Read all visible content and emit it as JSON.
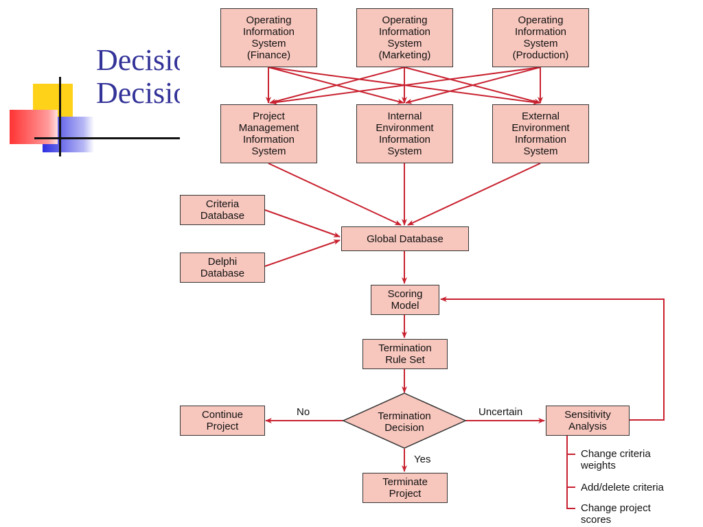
{
  "slide": {
    "title": "Decision\nDecision"
  },
  "nodes": {
    "ois_finance": "Operating\nInformation\nSystem\n(Finance)",
    "ois_marketing": "Operating\nInformation\nSystem\n(Marketing)",
    "ois_production": "Operating\nInformation\nSystem\n(Production)",
    "pmis": "Project\nManagement\nInformation\nSystem",
    "ieis": "Internal\nEnvironment\nInformation\nSystem",
    "eeis": "External\nEnvironment\nInformation\nSystem",
    "criteria_db": "Criteria\nDatabase",
    "delphi_db": "Delphi\nDatabase",
    "global_db": "Global Database",
    "scoring_model": "Scoring\nModel",
    "termination_rule_set": "Termination\nRule Set",
    "termination_decision": "Termination\nDecision",
    "continue_project": "Continue\nProject",
    "sensitivity_analysis": "Sensitivity\nAnalysis",
    "terminate_project": "Terminate\nProject"
  },
  "edge_labels": {
    "no": "No",
    "uncertain": "Uncertain",
    "yes": "Yes"
  },
  "sensitivity_options": [
    "Change criteria\nweights",
    "Add/delete criteria",
    "Change project\nscores"
  ],
  "colors": {
    "box_fill": "#f7c6bd",
    "arrow": "#c8202e",
    "title": "#333399"
  }
}
